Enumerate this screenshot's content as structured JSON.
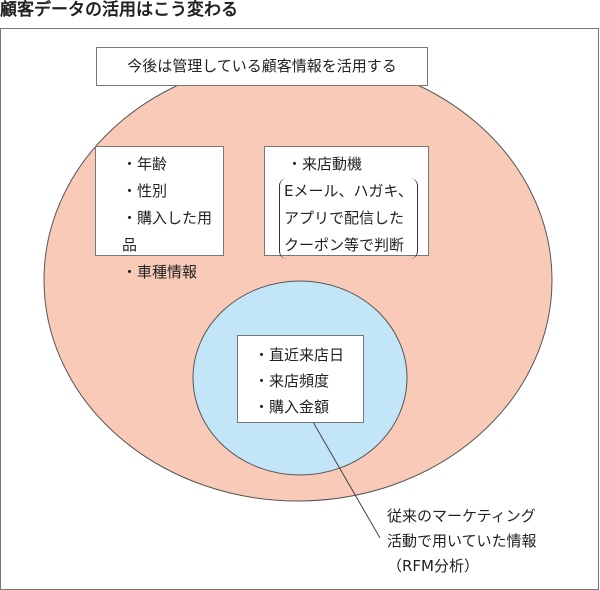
{
  "title": "顧客データの活用はこう変わる",
  "header_box": "今後は管理している顧客情報を活用する",
  "left_list": [
    "・年齢",
    "・性別",
    "・購入した用品",
    "・車種情報"
  ],
  "right_box": {
    "heading": "・来店動機",
    "paren_lines": [
      "Eメール、ハガキ、",
      "アプリで配信した",
      "クーポン等で判断"
    ]
  },
  "inner_list": [
    "・直近来店日",
    "・来店頻度",
    "・購入金額"
  ],
  "callout": [
    "従来のマーケティング",
    "活動で用いていた情報",
    "（RFM分析）"
  ],
  "colors": {
    "outer": "#f9cab8",
    "inner": "#c3e5f8"
  }
}
